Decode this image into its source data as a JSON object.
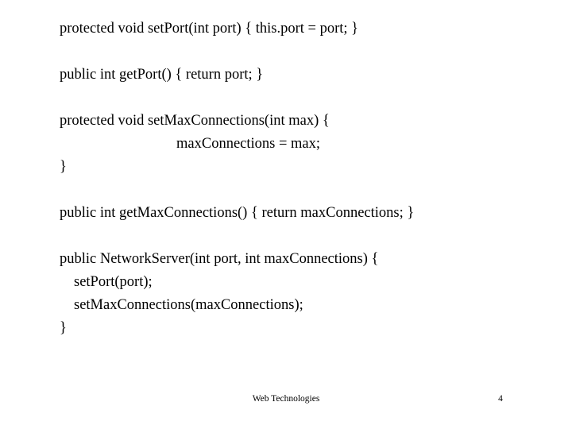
{
  "slide": {
    "page_number": "4",
    "footer_text": "Web Technologies",
    "background_color": "#ffffff",
    "text_color": "#000000",
    "blocks": [
      {
        "id": "set-port-method",
        "lines": [
          {
            "text": "protected void setPort(int port) { this.port = port; }",
            "indent": "none"
          }
        ]
      },
      {
        "id": "get-port-method",
        "lines": [
          {
            "text": "public int getPort() { return port; }",
            "indent": "none"
          }
        ]
      },
      {
        "id": "set-max-connections-method",
        "lines": [
          {
            "text": "protected void setMaxConnections(int max) {",
            "indent": "none"
          },
          {
            "text": "maxConnections = max;",
            "indent": "center"
          },
          {
            "text": "}",
            "indent": "none"
          }
        ]
      },
      {
        "id": "get-max-connections-method",
        "lines": [
          {
            "text": "public int getMaxConnections() { return maxConnections; }",
            "indent": "none"
          }
        ]
      },
      {
        "id": "network-server-constructor",
        "lines": [
          {
            "text": "public NetworkServer(int port, int maxConnections) {",
            "indent": "none"
          },
          {
            "text": "setPort(port);",
            "indent": "one"
          },
          {
            "text": "setMaxConnections(maxConnections);",
            "indent": "one"
          },
          {
            "text": "}",
            "indent": "none"
          }
        ]
      }
    ]
  }
}
